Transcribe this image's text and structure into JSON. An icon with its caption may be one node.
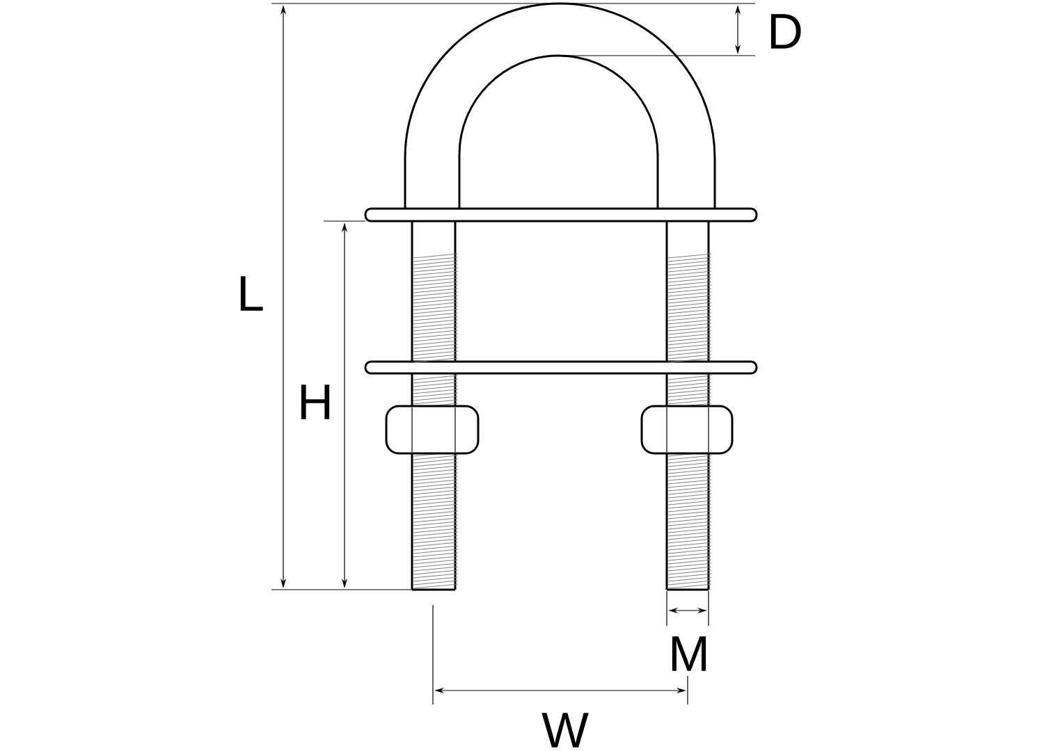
{
  "diagram": {
    "labels": [
      "D",
      "L",
      "H",
      "M",
      "W"
    ]
  }
}
